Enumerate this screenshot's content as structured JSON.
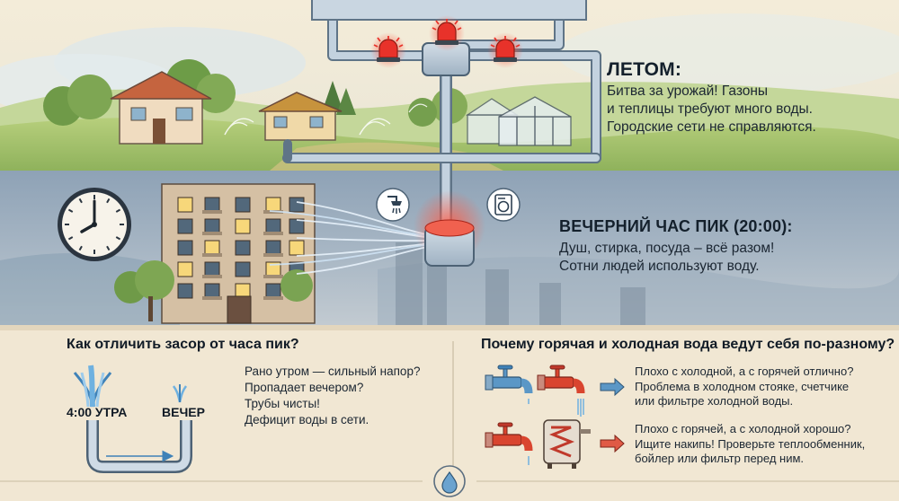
{
  "summer": {
    "title": "ЛЕТОМ:",
    "lines": [
      "Битва за урожай! Газоны",
      "и теплицы требуют много воды.",
      "Городские сети не справляются."
    ]
  },
  "evening": {
    "title": "ВЕЧЕРНИЙ ЧАС ПИК (20:00):",
    "lines": [
      "Душ, стирка, посуда – всё разом!",
      "Сотни людей используют воду."
    ]
  },
  "left_section": {
    "title": "Как отличить засор от часа пик?",
    "morning_label": "4:00 УТРА",
    "evening_label": "ВЕЧЕР",
    "lines": [
      "Рано утром — сильный напор?",
      "Пропадает вечером?",
      "Трубы чисты!",
      "Дефицит воды в сети."
    ]
  },
  "right_section": {
    "title": "Почему горячая и холодная вода ведут себя по-разному?",
    "case1": [
      "Плохо с холодной, а с горячей отлично?",
      "Проблема в холодном стояке, счетчике",
      "или фильтре холодной воды."
    ],
    "case2": [
      "Плохо с горячей, а с холодной хорошо?",
      "Ищите накипь! Проверьте теплообменник,",
      "бойлер или фильтр перед ним."
    ]
  },
  "icons": [
    "alarm-siren-icon",
    "shower-icon",
    "washing-machine-icon",
    "wall-clock-icon",
    "water-drop-icon",
    "cold-tap-icon",
    "hot-tap-icon",
    "water-heater-icon",
    "arrow-right-icon"
  ],
  "colors": {
    "pipe": "#b7c7d6",
    "pipe_outline": "#5f7487",
    "alarm_red": "#e8322a",
    "cold_blue": "#3f82b8",
    "hot_red": "#d9452f",
    "paper": "#f1e7d3"
  }
}
